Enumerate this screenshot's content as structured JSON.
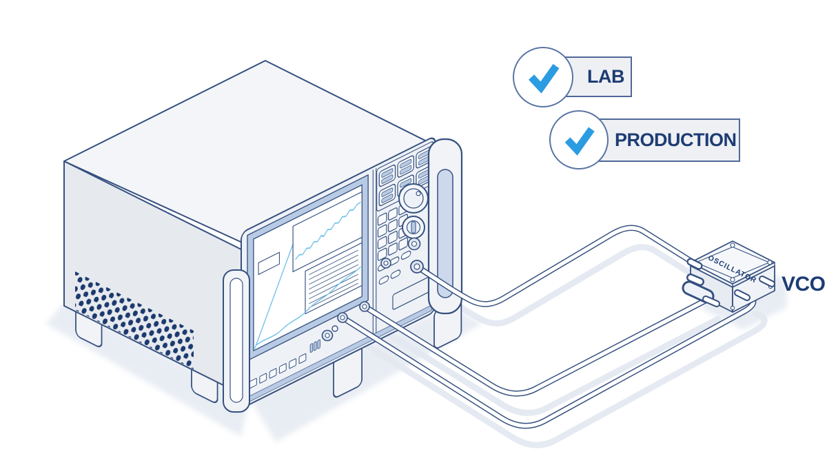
{
  "badges": {
    "lab": "LAB",
    "production": "PRODUCTION"
  },
  "labels": {
    "dut": "VCO",
    "oscillator": "OSCILLATOR"
  },
  "colors": {
    "checkmark_blue": "#2b9ce2",
    "outline_navy": "#35507f",
    "deep_navy": "#1c3a6e",
    "label_navy": "#1d3c74",
    "panel_blue": "#b9cbe4",
    "trace_blue": "#74c2ea",
    "surface_light": "#eef1f6",
    "shadow_gray": "#e5eaf2",
    "background": "#ffffff"
  }
}
